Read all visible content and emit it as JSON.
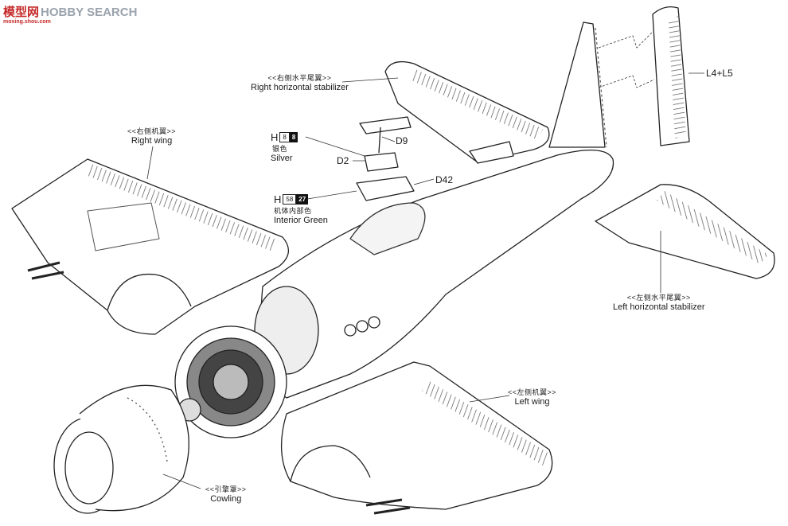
{
  "watermark": {
    "logo": "模型网",
    "text": "HOBBY SEARCH",
    "url": "moxing.shou.com"
  },
  "labels": {
    "right_h_stab": {
      "cn": "<<右侧水平尾翼>>",
      "en": "Right horizontal stabilizer"
    },
    "right_wing": {
      "cn": "<<右侧机翼>>",
      "en": "Right wing"
    },
    "left_h_stab": {
      "cn": "<<左侧水平尾翼>>",
      "en": "Left horizontal stabilizer"
    },
    "left_wing": {
      "cn": "<<左侧机翼>>",
      "en": "Left wing"
    },
    "cowling": {
      "cn": "<<引擎罩>>",
      "en": "Cowling"
    }
  },
  "parts": {
    "d9": "D9",
    "d2": "D2",
    "d42": "D42",
    "l4l5": "L4+L5"
  },
  "colors": {
    "silver": {
      "h": "H",
      "code1": "8",
      "code2": "8",
      "cn": "银色",
      "en": "Silver"
    },
    "interior_green": {
      "h": "H",
      "code1": "58",
      "code2": "27",
      "cn": "机体内部色",
      "en": "Interior Green"
    }
  }
}
